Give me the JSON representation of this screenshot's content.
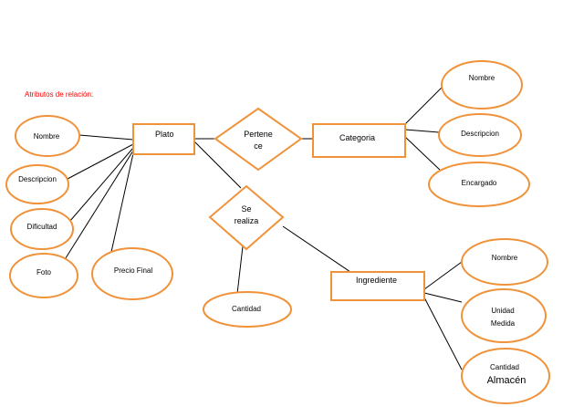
{
  "note": "Atributos de relación:",
  "colors": {
    "stroke": "#f0923a",
    "line": "#000000",
    "note": "#ff0000"
  },
  "entities": {
    "plato": "Plato",
    "categoria": "Categoria",
    "ingrediente": "Ingrediente"
  },
  "relationships": {
    "pertenece": [
      "Pertene",
      "ce"
    ],
    "se_realiza": [
      "Se",
      "realiza"
    ]
  },
  "attributes": {
    "plato": [
      "Nombre",
      "Descripcion",
      "Dificultad",
      "Foto",
      "Precio Final"
    ],
    "categoria": [
      "Nombre",
      "Descripcion",
      "Encargado"
    ],
    "ingrediente": [
      "Nombre",
      [
        "Unidad",
        "Medida"
      ],
      [
        "Cantidad",
        "Almacén"
      ]
    ],
    "se_realiza": [
      "Cantidad"
    ]
  }
}
